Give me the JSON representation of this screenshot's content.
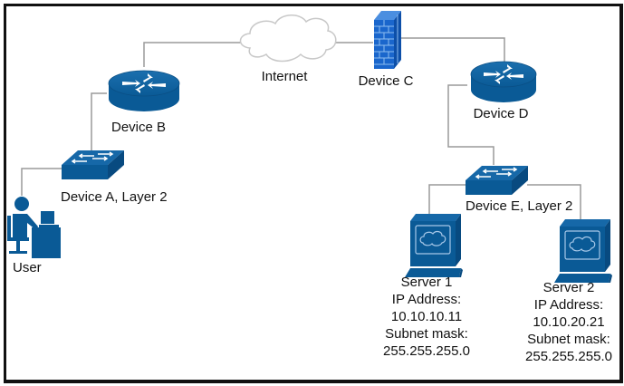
{
  "diagram": {
    "type": "network-topology",
    "colors": {
      "device_blue": "#0a5a96",
      "firewall_blue": "#1a66cc",
      "link_gray": "#9a9a9a",
      "cloud_outline": "#c8c8c8",
      "border": "#111111"
    },
    "nodes": {
      "internet": {
        "label": "Internet",
        "icon": "cloud-icon"
      },
      "device_b": {
        "label": "Device B",
        "icon": "router-icon"
      },
      "device_c": {
        "label": "Device C",
        "icon": "firewall-icon"
      },
      "device_d": {
        "label": "Device D",
        "icon": "router-icon"
      },
      "device_a": {
        "label": "Device A, Layer 2",
        "icon": "switch-icon"
      },
      "device_e": {
        "label": "Device E, Layer 2",
        "icon": "switch-icon"
      },
      "user": {
        "label": "User",
        "icon": "user-workstation-icon"
      },
      "server1": {
        "name": "Server 1",
        "ip_label": "IP Address:",
        "ip": "10.10.10.11",
        "mask_label": "Subnet mask:",
        "mask": "255.255.255.0",
        "icon": "server-terminal-icon"
      },
      "server2": {
        "name": "Server 2",
        "ip_label": "IP Address:",
        "ip": "10.10.20.21",
        "mask_label": "Subnet mask:",
        "mask": "255.255.255.0",
        "icon": "server-terminal-icon"
      }
    },
    "links": [
      [
        "device_b",
        "internet"
      ],
      [
        "internet",
        "device_c"
      ],
      [
        "device_c",
        "device_d"
      ],
      [
        "device_b",
        "device_a"
      ],
      [
        "device_a",
        "user"
      ],
      [
        "device_d",
        "device_e"
      ],
      [
        "device_e",
        "server1"
      ],
      [
        "device_e",
        "server2"
      ]
    ]
  }
}
